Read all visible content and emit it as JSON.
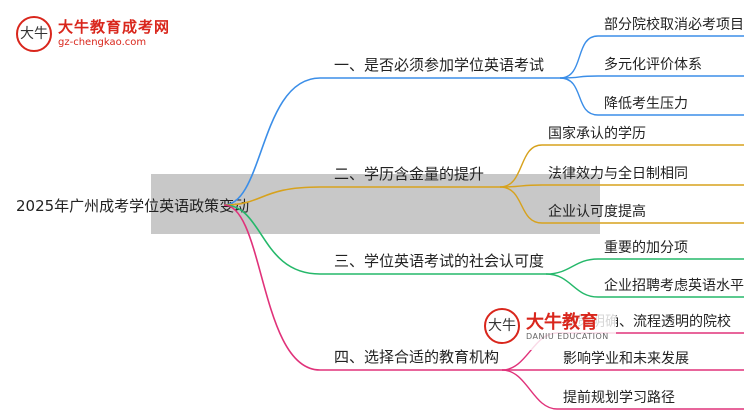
{
  "logo_top": {
    "badge_text": "大牛",
    "name": "大牛教育成考网",
    "url": "gz-chengkao.com"
  },
  "logo_watermark": {
    "badge_text": "大牛",
    "name": "大牛教育",
    "sub": "DANIU EDUCATION"
  },
  "mindmap": {
    "root": "2025年广州成考学位英语政策变动",
    "branches": [
      {
        "label": "一、是否必须参加学位英语考试",
        "color": "#3b8ee8",
        "leaves": [
          "部分院校取消必考项目",
          "多元化评价体系",
          "降低考生压力"
        ]
      },
      {
        "label": "二、学历含金量的提升",
        "color": "#d7a21d",
        "leaves": [
          "国家承认的学历",
          "法律效力与全日制相同",
          "企业认可度提高"
        ]
      },
      {
        "label": "三、学位英语考试的社会认可度",
        "color": "#25b86a",
        "leaves": [
          "重要的加分项",
          "企业招聘考虑英语水平"
        ]
      },
      {
        "label": "四、选择合适的教育机构",
        "color": "#e0327a",
        "leaves": [
          "政策明确、流程透明的院校",
          "影响学业和未来发展",
          "提前规划学习路径"
        ]
      }
    ]
  }
}
